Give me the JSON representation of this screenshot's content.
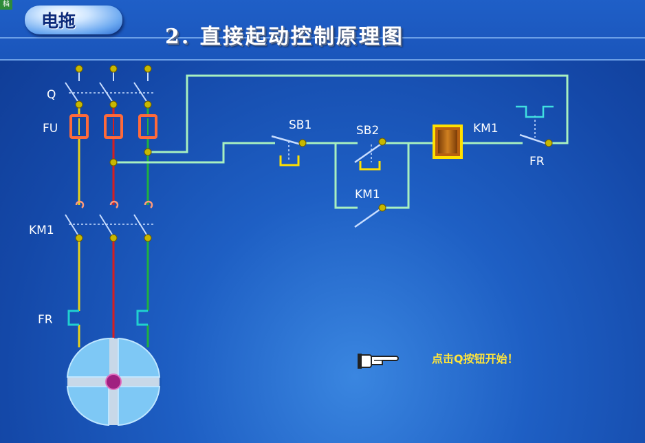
{
  "header": {
    "corner_tag": "档",
    "badge_text": "电拖",
    "title": "2. 直接起动控制原理图"
  },
  "labels": {
    "q": "Q",
    "fu": "FU",
    "km1_main": "KM1",
    "fr_main": "FR",
    "sb1": "SB1",
    "sb2": "SB2",
    "km1_aux": "KM1",
    "km1_coil": "KM1",
    "fr_ctrl": "FR"
  },
  "hint": {
    "text": "点击Q按钮开始！",
    "icon": "pointing-hand-icon"
  },
  "colors": {
    "phase_a": "#e8d21a",
    "phase_b": "#d81e1e",
    "phase_c": "#20b040",
    "control_wire": "#a8f0c0",
    "fuse": "#ff6a3a",
    "coil_border": "#ffe000",
    "coil_fill": "#b86010",
    "node": "#c8b800"
  }
}
